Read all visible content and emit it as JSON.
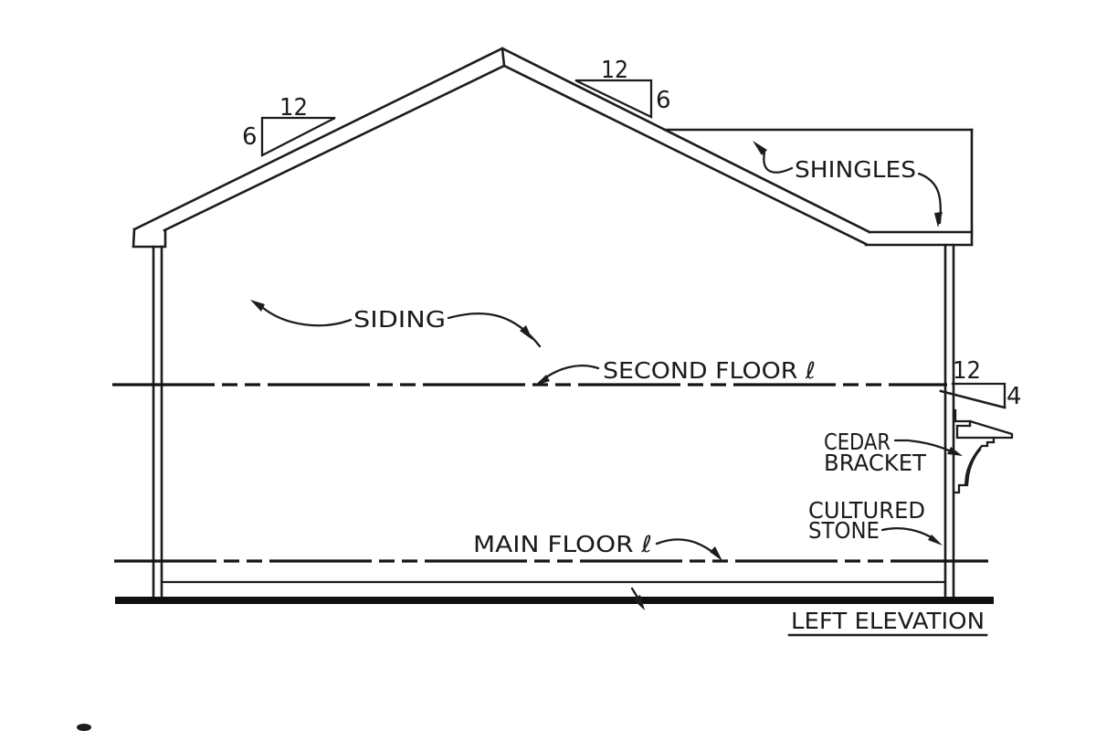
{
  "drawing": {
    "type": "architectural-elevation",
    "title": "LEFT ELEVATION",
    "labels": {
      "shingles": "SHINGLES",
      "siding": "SIDING",
      "second_floor": "SECOND FLOOR ℓ",
      "main_floor": "MAIN FLOOR ℓ",
      "cedar_bracket_line1": "CEDAR",
      "cedar_bracket_line2": "BRACKET",
      "cultured_stone_line1": "CULTURED",
      "cultured_stone_line2": "STONE"
    },
    "slopes": {
      "left_roof": {
        "run": "12",
        "rise": "6"
      },
      "right_roof": {
        "run": "12",
        "rise": "6"
      },
      "pent_roof": {
        "run": "12",
        "rise": "4"
      }
    },
    "colors": {
      "ink": "#1c1c1c",
      "background": "#ffffff"
    }
  }
}
